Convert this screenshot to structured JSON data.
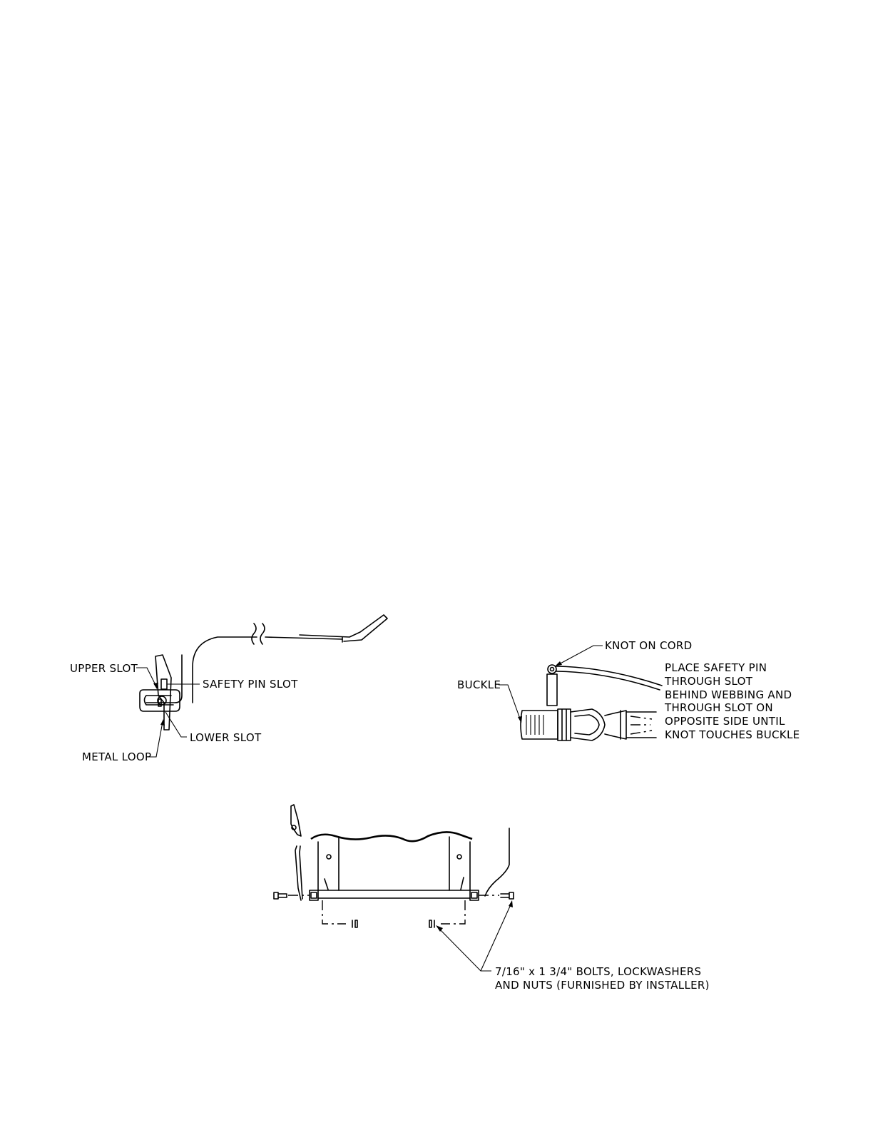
{
  "figure_1": {
    "upper_slot": "UPPER SLOT",
    "safety_pin_slot": "SAFETY PIN SLOT",
    "lower_slot": "LOWER SLOT",
    "metal_loop": "METAL LOOP"
  },
  "figure_2": {
    "knot_on_cord": "KNOT ON CORD",
    "buckle": "BUCKLE",
    "instruction_lines": [
      "PLACE SAFETY PIN",
      "THROUGH SLOT",
      "BEHIND WEBBING AND",
      "THROUGH SLOT ON",
      "OPPOSITE SIDE UNTIL",
      "KNOT TOUCHES BUCKLE"
    ]
  },
  "figure_3": {
    "bolts_line_1": "7/16\" x 1 3/4\" BOLTS, LOCKWASHERS",
    "bolts_line_2": "AND NUTS (FURNISHED BY INSTALLER)"
  }
}
